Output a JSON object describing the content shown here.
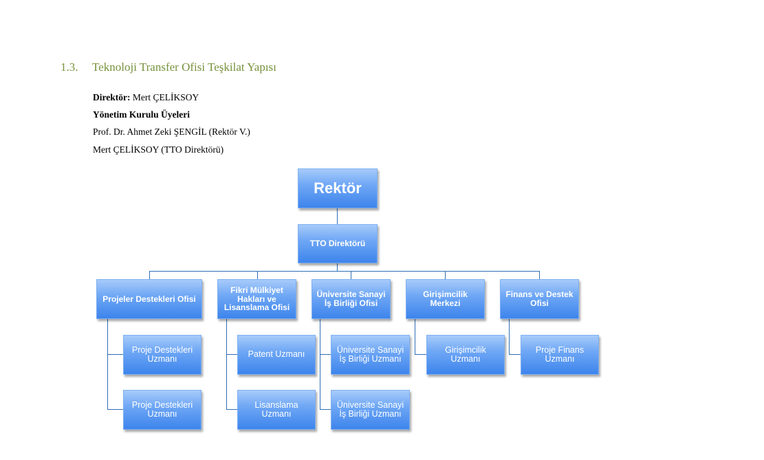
{
  "section": {
    "number": "1.3.",
    "title": "Teknoloji Transfer Ofisi Teşkilat Yapısı"
  },
  "info": {
    "director_label": "Direktör:",
    "director_name": " Mert ÇELİKSOY",
    "board_title": "Yönetim Kurulu Üyeleri",
    "members": [
      "Prof. Dr. Ahmet Zeki ŞENGİL (Rektör V.)",
      "Mert ÇELİKSOY (TTO Direktörü)"
    ]
  },
  "org_chart": {
    "root": "Rektör",
    "director": "TTO Direktörü",
    "offices": [
      {
        "name": "Projeler Destekleri Ofisi",
        "staff": [
          "Proje Destekleri Uzmanı",
          "Proje Destekleri Uzmanı"
        ]
      },
      {
        "name": "Fikri Mülkiyet Hakları ve Lisanslama Ofisi",
        "staff": [
          "Patent Uzmanı",
          "Lisanslama Uzmanı"
        ]
      },
      {
        "name": "Üniversite Sanayi İş Birliği Ofisi",
        "staff": [
          "Üniversite Sanayi İş Birliği  Uzmanı",
          "Üniversite Sanayi İş Birliği  Uzmanı"
        ]
      },
      {
        "name": "Girişimcilik Merkezi",
        "staff": [
          "Girişimcilik Uzmanı"
        ]
      },
      {
        "name": "Finans ve Destek Ofisi",
        "staff": [
          "Proje Finans Uzmanı"
        ]
      }
    ]
  }
}
